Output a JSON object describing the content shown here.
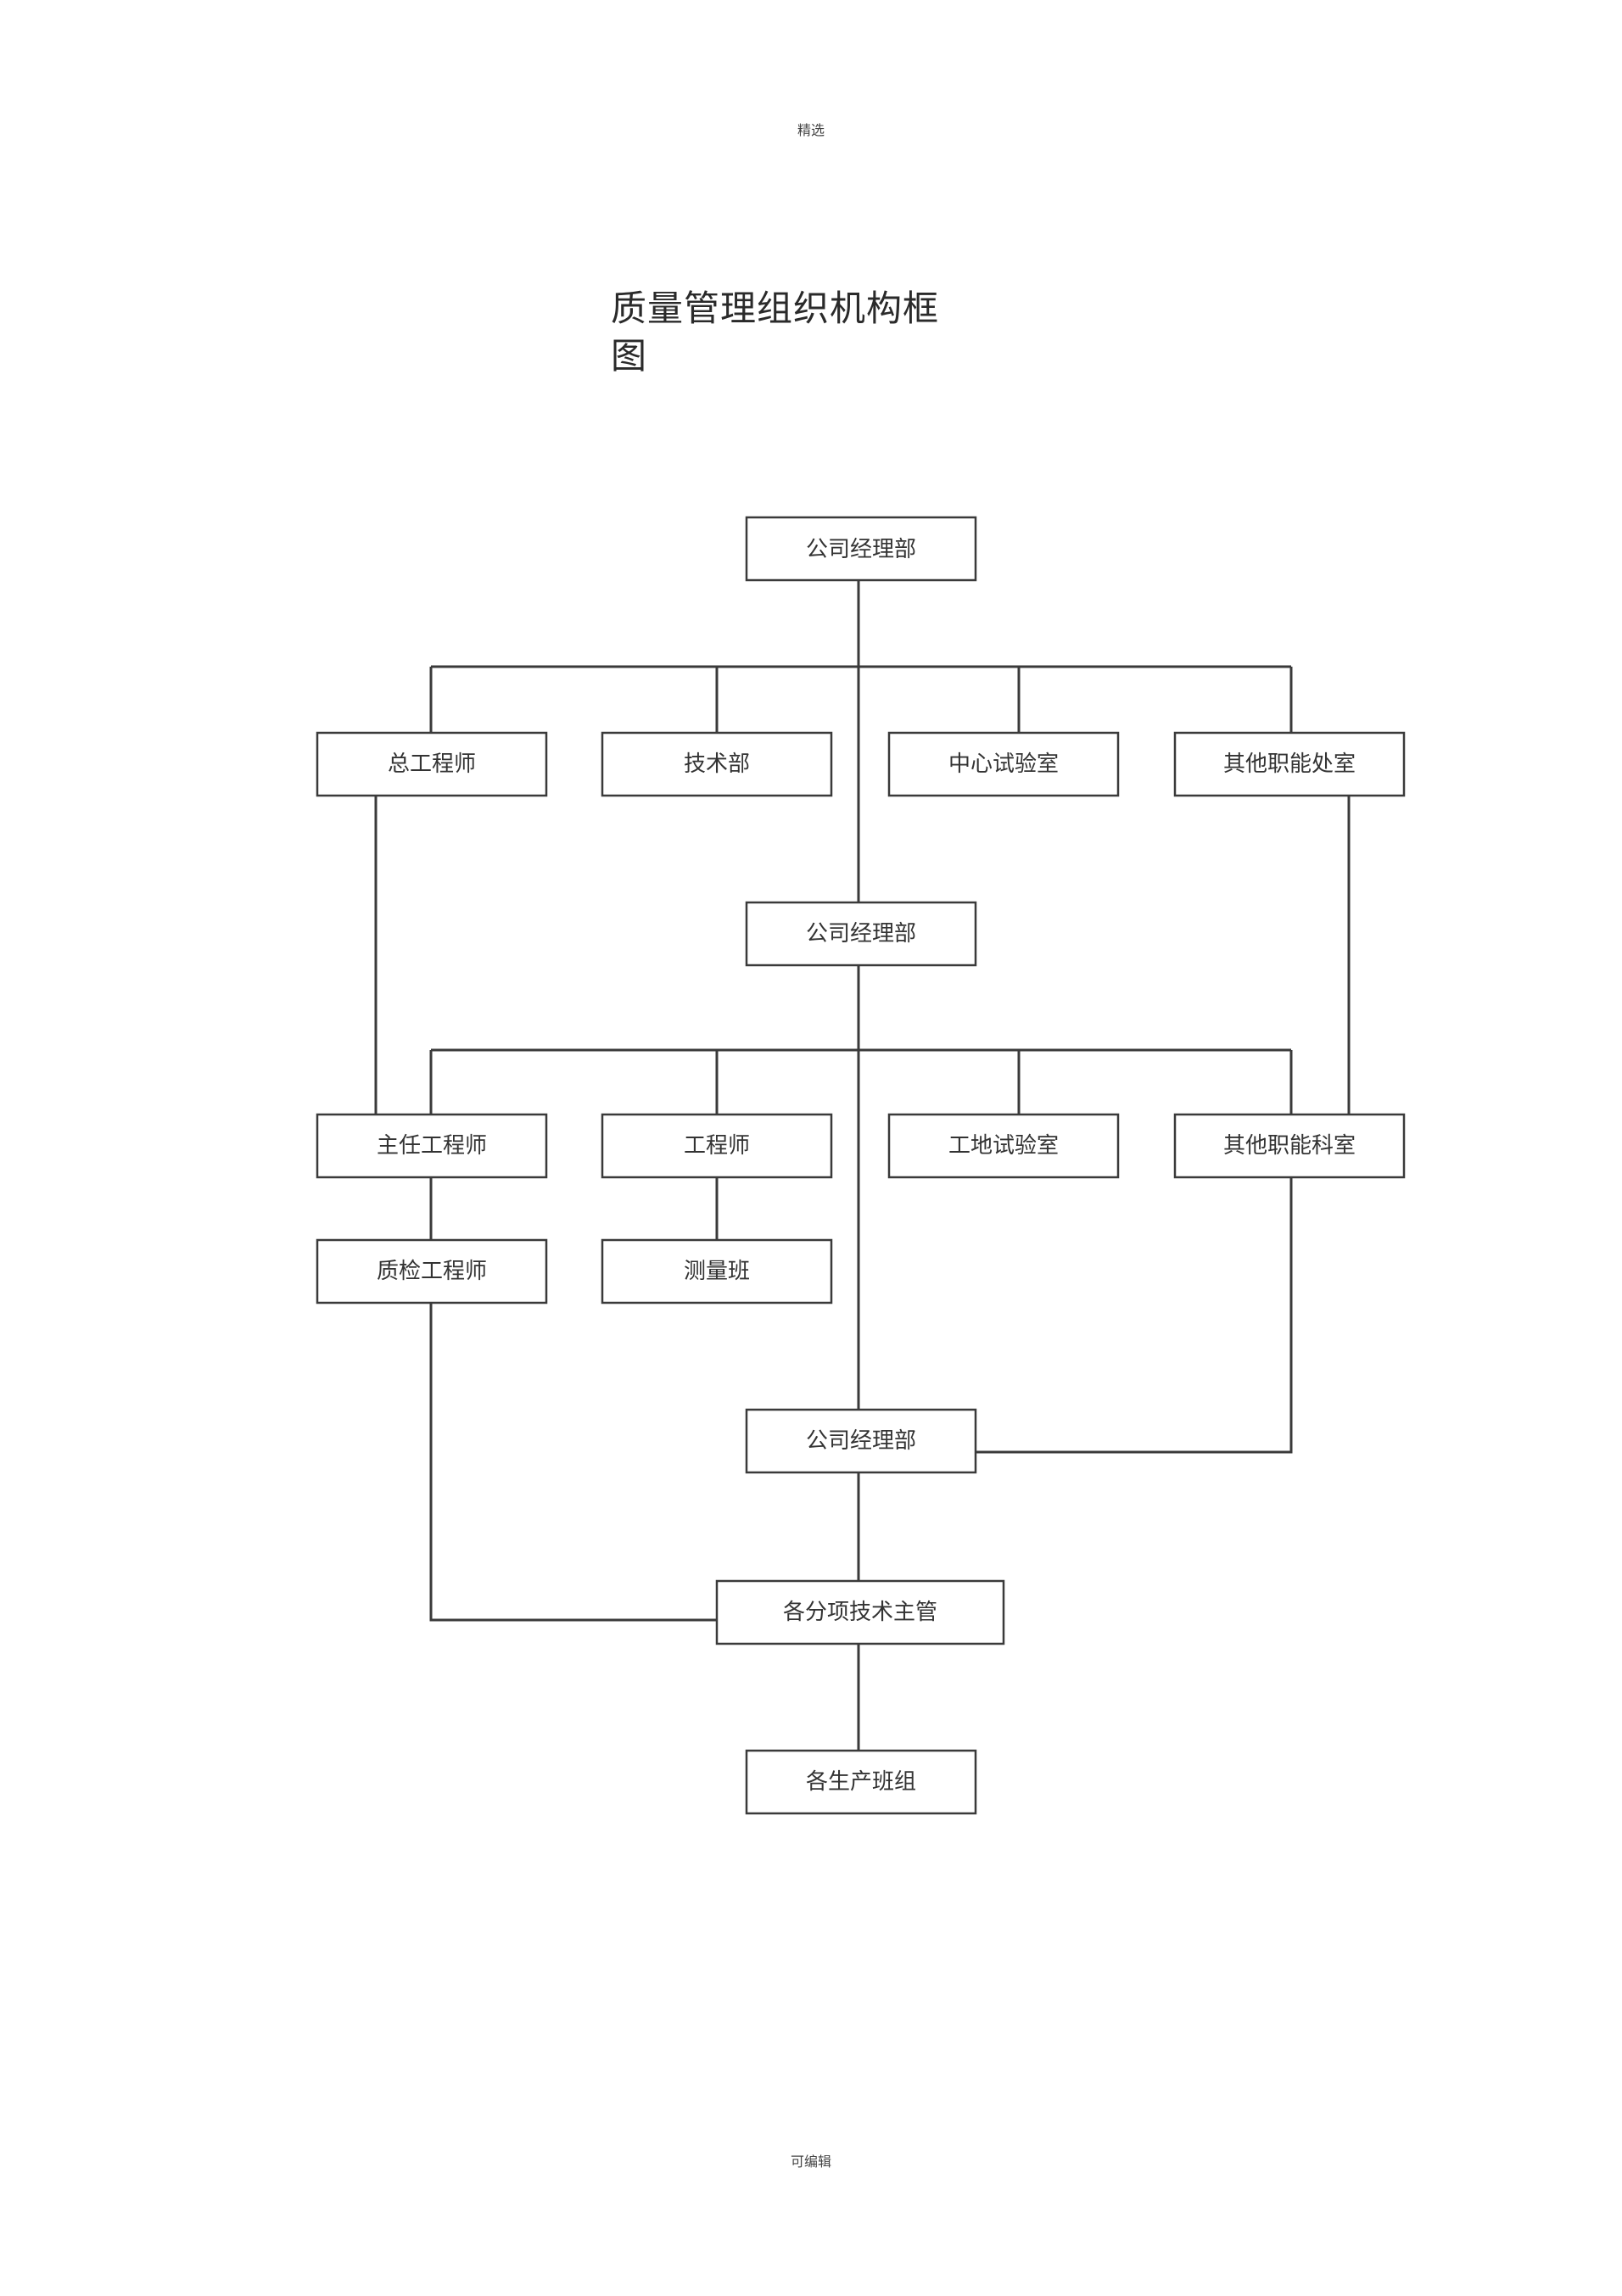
{
  "header_mark": "精选",
  "title": "质量管理组织机构框图",
  "footer_mark": "可编辑",
  "nodes": {
    "top_dept": "公司经理部",
    "chief_engineer": "总工程师",
    "tech_dept": "技术部",
    "central_lab": "中心试验室",
    "other_offices": "其他职能处室",
    "site_dept": "公司经理部",
    "lead_engineer": "主任工程师",
    "engineer": "工程师",
    "site_lab": "工地试验室",
    "other_sections": "其他职能科室",
    "qc_engineer": "质检工程师",
    "survey_team": "测量班",
    "project_dept": "公司经理部",
    "tech_supervisors": "各分项技术主管",
    "production_teams": "各生产班组"
  }
}
